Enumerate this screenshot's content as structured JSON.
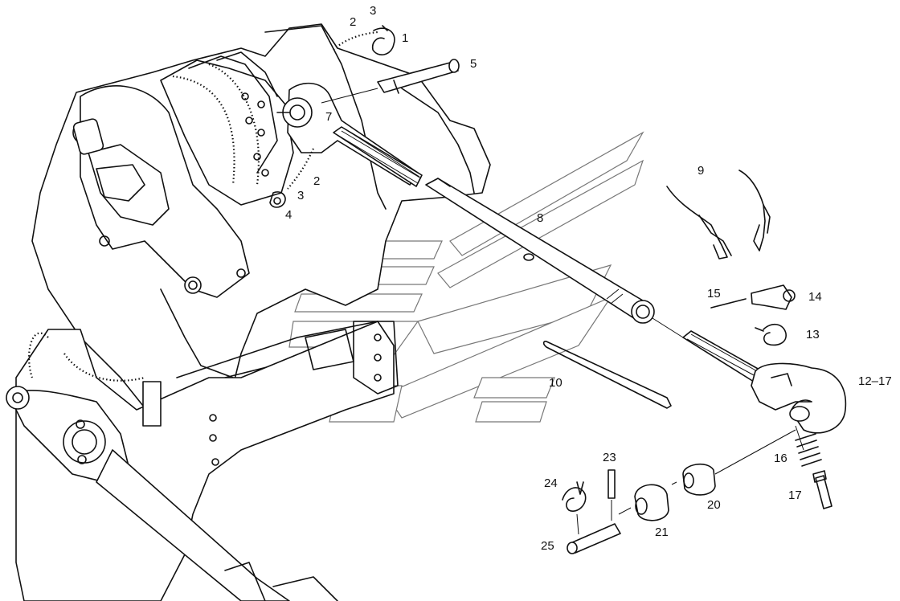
{
  "callouts": {
    "c1": "1",
    "c2a": "2",
    "c2b": "2",
    "c3a": "3",
    "c3b": "3",
    "c4": "4",
    "c5": "5",
    "c7": "7",
    "c8": "8",
    "c9": "9",
    "c10": "10",
    "c12_17": "12–17",
    "c13": "13",
    "c14": "14",
    "c15": "15",
    "c16": "16",
    "c17": "17",
    "c20": "20",
    "c21": "21",
    "c23": "23",
    "c24": "24",
    "c25": "25"
  }
}
